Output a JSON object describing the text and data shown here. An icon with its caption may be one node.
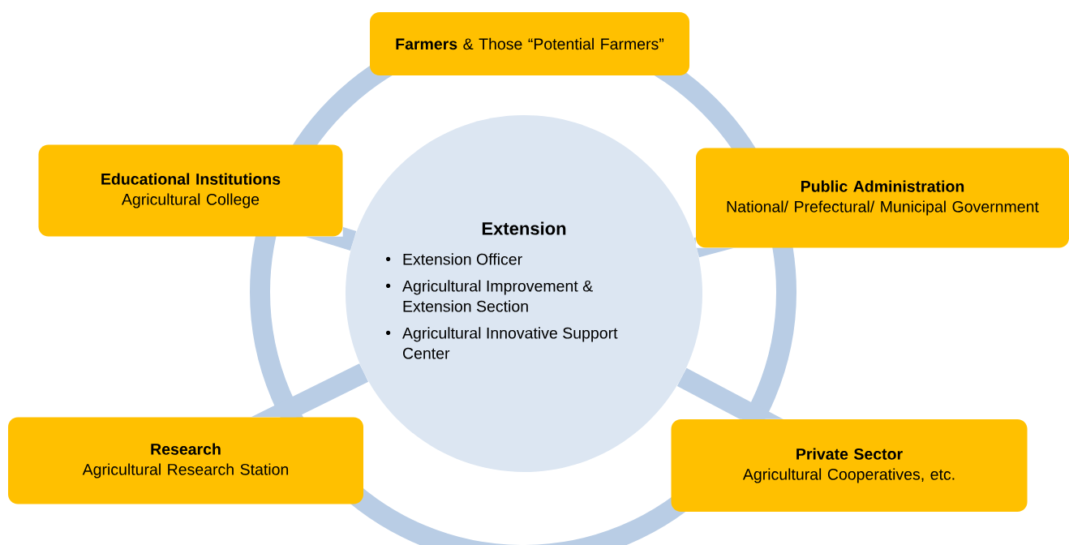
{
  "diagram": {
    "nodes": [
      {
        "text": [
          "**Farmers** & Those “Potential Farmers”"
        ]
      },
      {
        "text": [
          "Educational Institutions",
          "Agricultural College"
        ]
      },
      {
        "text": [
          "Extension",
          "Extension Officer",
          "Agricultural Improvement & Extension Section",
          "Agricultural Innovative Support Center"
        ]
      },
      {
        "text": [
          "Public Administration",
          "National/ Prefectural/ Municipal Government"
        ]
      },
      {
        "text": [
          "Research",
          "Agricultural Research Station"
        ]
      },
      {
        "text": [
          "Private Sector",
          "Agricultural Cooperatives, etc."
        ]
      }
    ],
    "edges": [
      {
        "from": 2,
        "to": 1,
        "arrow": "none"
      },
      {
        "from": 2,
        "to": 3,
        "arrow": "none"
      },
      {
        "from": 2,
        "to": 4,
        "arrow": "none"
      },
      {
        "from": 2,
        "to": 5,
        "arrow": "none"
      }
    ]
  }
}
